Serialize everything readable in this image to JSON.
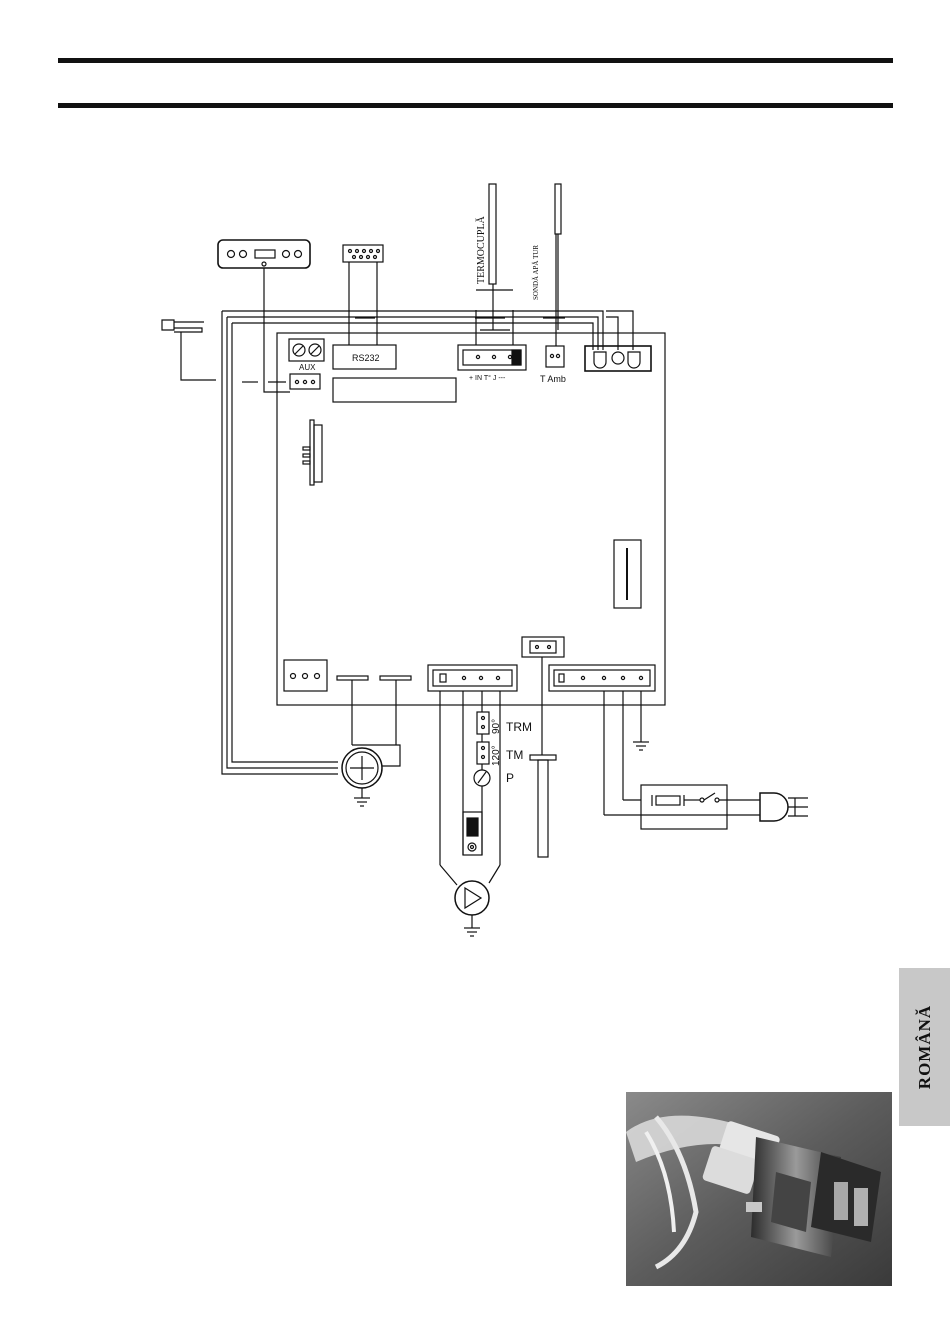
{
  "language_tab": {
    "label": "ROMÂNĂ"
  },
  "diagram": {
    "labels": {
      "aux": "AUX",
      "rs232": "RS232",
      "thermocouple": "TERMOCUPLĂ",
      "flow_probe": "SONDĂ APĂ TUR",
      "thermocouple_connector": "+  IN T° J  ---",
      "ambient": "T Amb",
      "trm": "TRM",
      "trm_value": "90°",
      "tm": "TM",
      "tm_value": "120°",
      "pressure": "P"
    }
  },
  "photo": {
    "subject-icon": "connector-photo-icon"
  }
}
